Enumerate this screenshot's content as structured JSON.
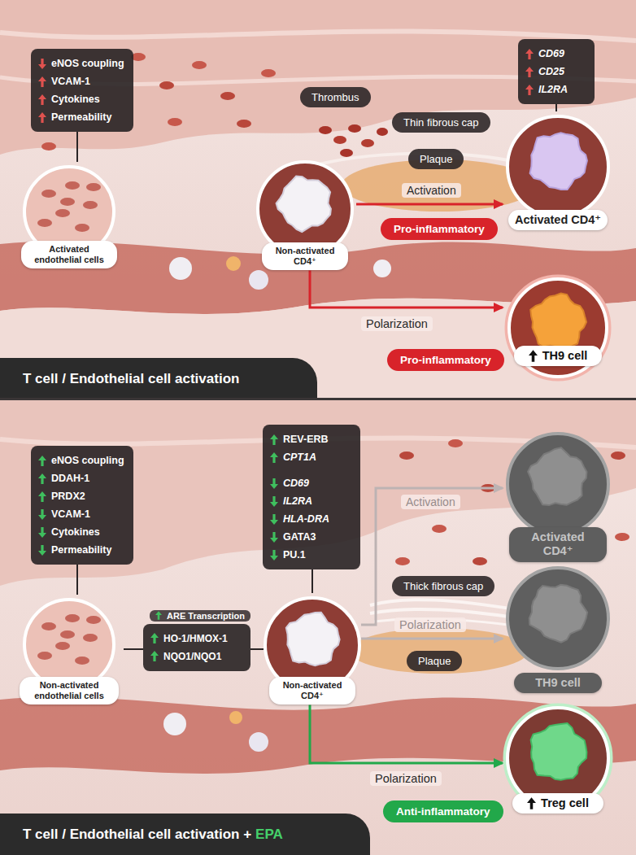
{
  "diagram": {
    "nodes": [
      {
        "text": [
          "eNOS coupling",
          "VCAM-1",
          "Cytokines",
          "Permeability"
        ]
      },
      {
        "text": [
          "Activated endothelial cells"
        ]
      },
      {
        "text": [
          "Thrombus"
        ]
      },
      {
        "text": [
          "Thin fibrous cap"
        ]
      },
      {
        "text": [
          "Plaque"
        ]
      },
      {
        "text": [
          "Non-activated CD4⁺"
        ]
      },
      {
        "text": [
          "CD69",
          "CD25",
          "IL2RA"
        ]
      },
      {
        "text": [
          "Activated CD4⁺"
        ]
      },
      {
        "text": [
          "Pro-inflammatory"
        ]
      },
      {
        "text": [
          "TH9 cell"
        ]
      },
      {
        "text": [
          "Pro-inflammatory"
        ]
      },
      {
        "text": [
          "eNOS coupling",
          "DDAH-1",
          "PRDX2",
          "VCAM-1",
          "Cytokines",
          "Permeability"
        ]
      },
      {
        "text": [
          "REV-ERB",
          "CPT1A",
          "CD69",
          "IL2RA",
          "HLA-DRA",
          "GATA3",
          "PU.1"
        ]
      },
      {
        "text": [
          "ARE Transcription",
          "HO-1/HMOX-1",
          "NQO1/NQO1"
        ]
      },
      {
        "text": [
          "Non-activated endothelial cells"
        ]
      },
      {
        "text": [
          "Non-activated CD4⁺"
        ]
      },
      {
        "text": [
          "Activated CD4⁺"
        ]
      },
      {
        "text": [
          "Thick fibrous cap"
        ]
      },
      {
        "text": [
          "Plaque"
        ]
      },
      {
        "text": [
          "TH9 cell"
        ]
      },
      {
        "text": [
          "Anti-inflammatory"
        ]
      },
      {
        "text": [
          "Treg cell"
        ]
      }
    ],
    "edges": [
      {
        "from": 0,
        "to": 1,
        "arrow": "none"
      },
      {
        "from": 6,
        "to": 7,
        "arrow": "none"
      },
      {
        "from": 5,
        "to": 7,
        "arrow": "to",
        "label": "Activation"
      },
      {
        "from": 5,
        "to": 9,
        "arrow": "to",
        "label": "Polarization"
      },
      {
        "from": 11,
        "to": 14,
        "arrow": "none"
      },
      {
        "from": 12,
        "to": 15,
        "arrow": "none"
      },
      {
        "from": 13,
        "to": 14,
        "arrow": "none"
      },
      {
        "from": 13,
        "to": 15,
        "arrow": "none"
      },
      {
        "from": 15,
        "to": 16,
        "arrow": "to",
        "label": "Activation"
      },
      {
        "from": 15,
        "to": 19,
        "arrow": "to",
        "label": "Polarization"
      },
      {
        "from": 15,
        "to": 21,
        "arrow": "to",
        "label": "Polarization"
      }
    ],
    "labels": [
      "T cell / Endothelial cell activation",
      "T cell / Endothelial cell activation +",
      "EPA"
    ]
  }
}
